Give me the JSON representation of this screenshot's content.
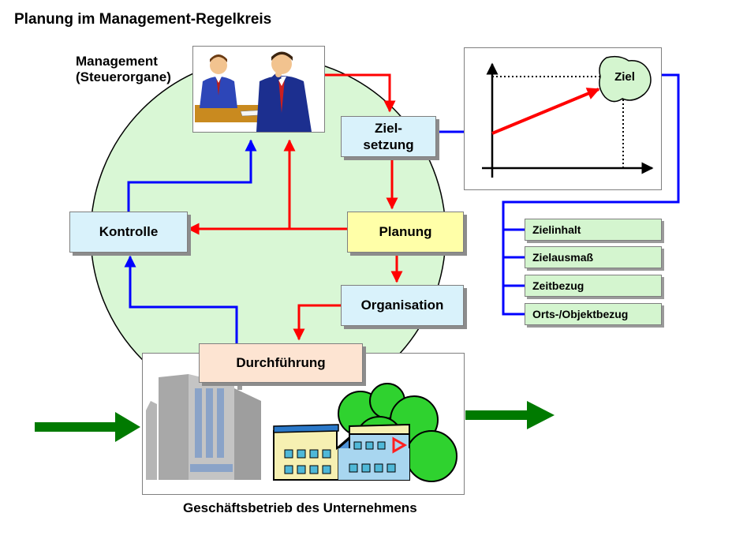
{
  "title": "Planung im Management-Regelkreis",
  "management_label_line1": "Management",
  "management_label_line2": "(Steuerorgane)",
  "boxes": {
    "zielsetzung_line1": "Ziel-",
    "zielsetzung_line2": "setzung",
    "planung": "Planung",
    "kontrolle": "Kontrolle",
    "organisation": "Organisation",
    "durchfuehrung": "Durchführung"
  },
  "goal_chart": {
    "ziel_label": "Ziel"
  },
  "ziel_attributes": [
    "Zielinhalt",
    "Zielausmaß",
    "Zeitbezug",
    "Orts-/Objektbezug"
  ],
  "footer": "Geschäftsbetrieb des Unternehmens",
  "colors": {
    "circle_fill": "#d9f7d5",
    "plan_arrows": "#ff0000",
    "control_arrows": "#0000ff",
    "io_arrows": "#007a00"
  }
}
